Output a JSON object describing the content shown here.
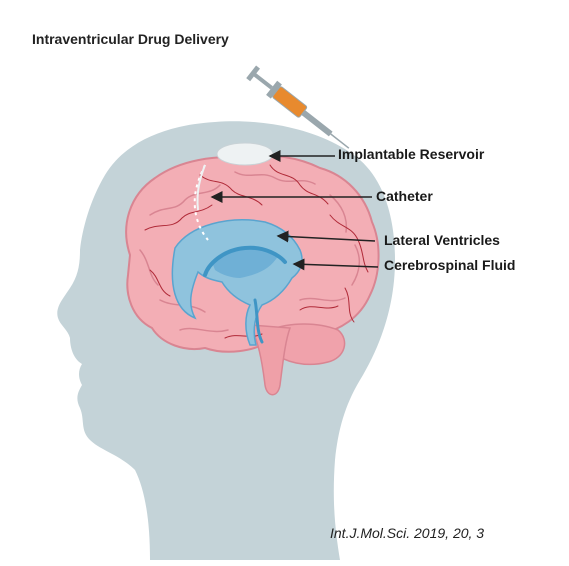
{
  "figure": {
    "title": "Intraventricular Drug Delivery",
    "labels": {
      "reservoir": "Implantable Reservoir",
      "catheter": "Catheter",
      "ventricles": "Lateral Ventricles",
      "csf": "Cerebrospinal Fluid"
    },
    "citation": "Int.J.Mol.Sci. 2019, 20, 3"
  },
  "colors": {
    "head": "#c4d3d8",
    "brain": "#f3aeb5",
    "brain_outline": "#d98592",
    "vessels": "#b02a38",
    "ventricle": "#8fc3dd",
    "ventricle_dark": "#3f95c5",
    "syringe_plunger": "#e88a2e",
    "reservoir": "#eef2f3",
    "leader_line": "#222222"
  }
}
